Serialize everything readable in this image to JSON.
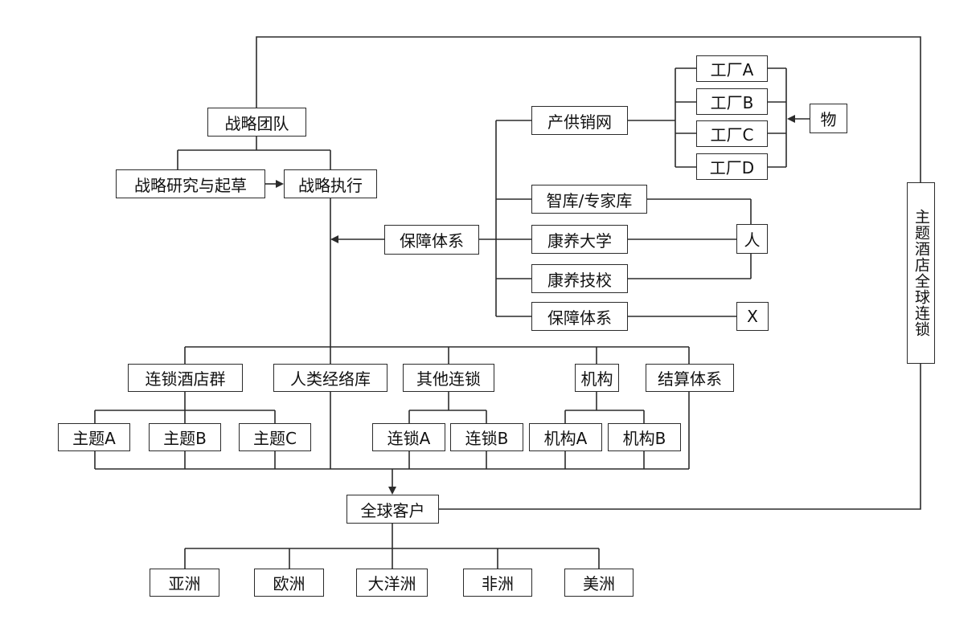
{
  "nodes": {
    "strategy_team": "战略团队",
    "strategy_research": "战略研究与起草",
    "strategy_execution": "战略执行",
    "supply_network": "产供销网",
    "factory_a": "工厂A",
    "factory_b": "工厂B",
    "factory_c": "工厂C",
    "factory_d": "工厂D",
    "goods": "物",
    "think_tank": "智库/专家库",
    "wellness_university": "康养大学",
    "wellness_technical_school": "康养技校",
    "support_system_sub": "保障体系",
    "people": "人",
    "x_node": "X",
    "support_system": "保障体系",
    "themed_hotel_global_chain": "主题酒店全球连锁",
    "hotel_chain_group": "连锁酒店群",
    "human_network_library": "人类经络库",
    "other_chains": "其他连锁",
    "institutions": "机构",
    "settlement_system": "结算体系",
    "theme_a": "主题A",
    "theme_b": "主题B",
    "theme_c": "主题C",
    "chain_a": "连锁A",
    "chain_b": "连锁B",
    "institution_a": "机构A",
    "institution_b": "机构B",
    "global_customers": "全球客户",
    "asia": "亚洲",
    "europe": "欧洲",
    "oceania": "大洋洲",
    "africa": "非洲",
    "americas": "美洲"
  },
  "colors": {
    "line": "#2b2b2b",
    "text": "#111111",
    "background": "#ffffff"
  }
}
